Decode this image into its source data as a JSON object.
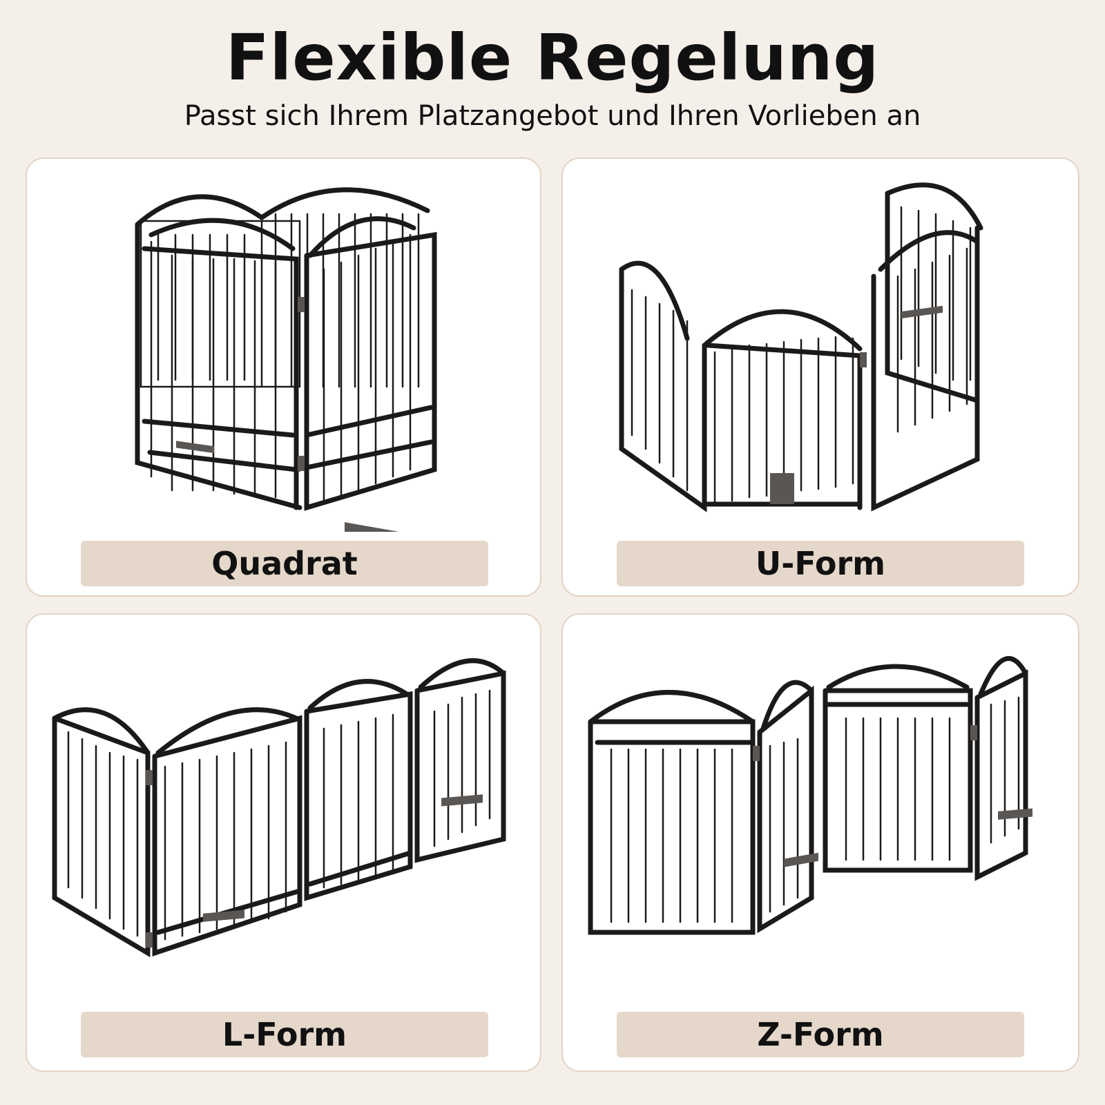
{
  "header": {
    "title": "Flexible Regelung",
    "subtitle": "Passt sich Ihrem Platzangebot und Ihren Vorlieben an"
  },
  "cards": [
    {
      "label": "Quadrat",
      "icon": "square-fence-image"
    },
    {
      "label": "U-Form",
      "icon": "u-shape-fence-image"
    },
    {
      "label": "L-Form",
      "icon": "l-shape-fence-image"
    },
    {
      "label": "Z-Form",
      "icon": "z-shape-fence-image"
    }
  ],
  "colors": {
    "background": "#f5efe9",
    "card": "#ffffff",
    "card_border": "#e3d3c4",
    "label_bg": "#e5d8cb",
    "fence": "#1c1a19"
  }
}
